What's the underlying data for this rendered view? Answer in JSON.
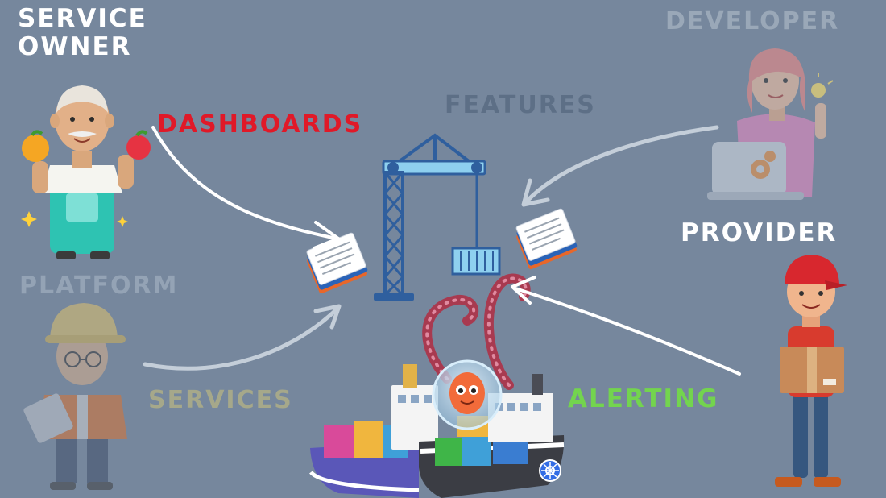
{
  "labels": {
    "service_owner": "SERVICE OWNER",
    "developer": "DEVELOPER",
    "features": "FEATURES",
    "dashboards": "DASHBOARDS",
    "provider": "PROVIDER",
    "platform": "PLATFORM",
    "services": "SERVICES",
    "alerting": "ALERTING"
  },
  "colors": {
    "background": "#76879d",
    "dashboards": "#e01928",
    "alerting": "#73d44e",
    "features": "#5d6f86",
    "services": "#a6a88a",
    "developer": "#9aa8b8",
    "platform": "#94a3b5",
    "crane": "#2f5f9e",
    "crane_arm": "#8ed0ef",
    "tentacle": "#b5465a",
    "arrow_bright": "#ffffff",
    "arrow_faded": "#c4ced9"
  },
  "icons": [
    "service-owner-figure",
    "developer-figure",
    "provider-figure",
    "platform-engineer-figure",
    "crane-icon",
    "document-stack-icon",
    "octopus-tentacle-icon",
    "container-ship-icon",
    "octopus-mascot-icon",
    "kubernetes-helm-icon"
  ]
}
